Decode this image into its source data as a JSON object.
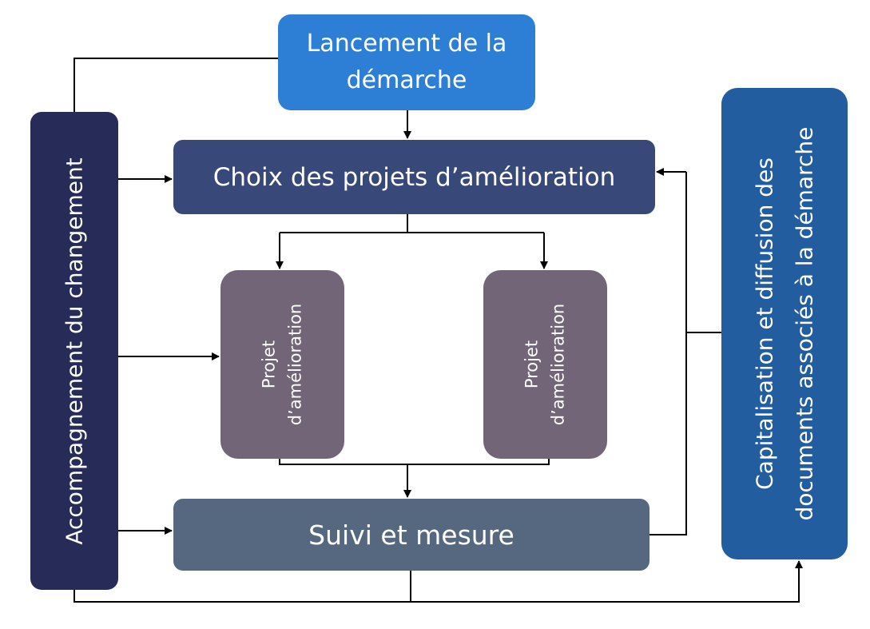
{
  "launch": {
    "line1": "Lancement  de la",
    "line2": "démarche"
  },
  "choice": {
    "label": "Choix des projets d’amélioration"
  },
  "project_left": {
    "line1": "Projet",
    "line2": "d’amélioration"
  },
  "project_right": {
    "line1": "Projet",
    "line2": "d’amélioration"
  },
  "monitoring": {
    "label": "Suivi et mesure"
  },
  "change_support": {
    "label": "Accompagnement du changement"
  },
  "capitalization": {
    "line1": "Capitalisation et diffusion des",
    "line2": "documents associés à la démarche"
  },
  "colors": {
    "launch": "#2C7FD4",
    "choice": "#384879",
    "project": "#736578",
    "monitoring": "#56687F",
    "change_support": "#262B57",
    "capitalization": "#225E9F",
    "connector": "#000000"
  }
}
